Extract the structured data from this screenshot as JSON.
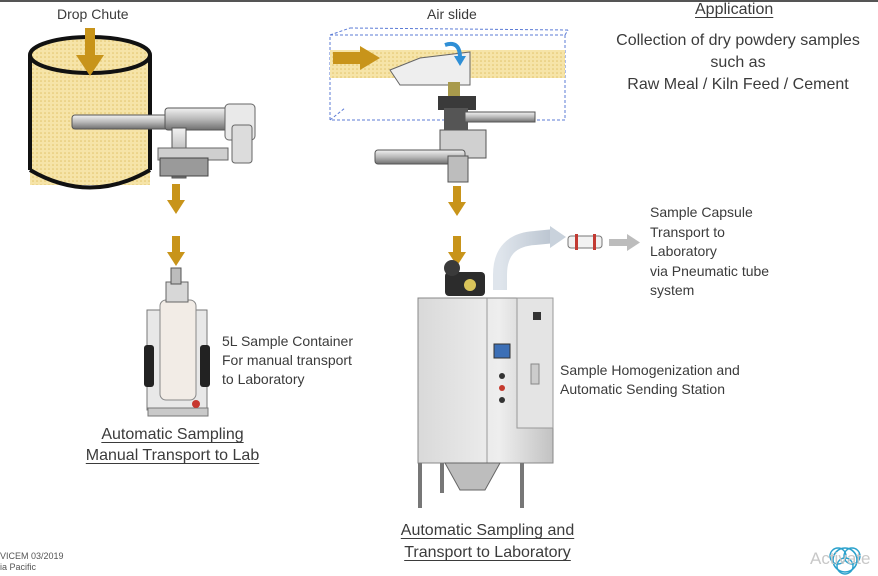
{
  "labels": {
    "drop_chute": "Drop Chute",
    "air_slide": "Air slide",
    "application_heading": "Application",
    "application_line1": "Collection of dry powdery samples",
    "application_line2": "such as",
    "application_line3": "Raw Meal / Kiln Feed / Cement",
    "capsule_line1": "Sample Capsule",
    "capsule_line2": "Transport to",
    "capsule_line3": "Laboratory",
    "capsule_line4": "via Pneumatic tube",
    "capsule_line5": "system",
    "container_line1": "5L Sample Container",
    "container_line2": "For manual transport",
    "container_line3": "to Laboratory",
    "homog_line1": "Sample Homogenization and",
    "homog_line2": "Automatic Sending Station",
    "left_title_line1": "Automatic Sampling",
    "left_title_line2": "Manual Transport to Lab",
    "right_title_line1": "Automatic Sampling and",
    "right_title_line2": "Transport to Laboratory",
    "footer_line1": "VICEM 03/2019",
    "footer_line2": "ia Pacific",
    "watermark": "Activate"
  },
  "colors": {
    "arrow": "#c8941a",
    "material": "#f3dc9a",
    "airslide_outline": "#5b7bd6",
    "text": "#3b3b3b"
  }
}
